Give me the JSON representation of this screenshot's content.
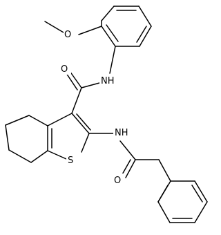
{
  "diagram": {
    "type": "chemical-structure",
    "colors": {
      "bond": "#000000",
      "label": "#000000",
      "background": "#ffffff"
    },
    "atom_labels": {
      "ether_oxygen": "O",
      "ether_methyl": "",
      "amide_nh_1": "NH",
      "carbonyl_oxygen_1": "O",
      "thiophene_sulfur": "S",
      "amide_nh_2": "NH",
      "carbonyl_oxygen_2": "O"
    }
  }
}
